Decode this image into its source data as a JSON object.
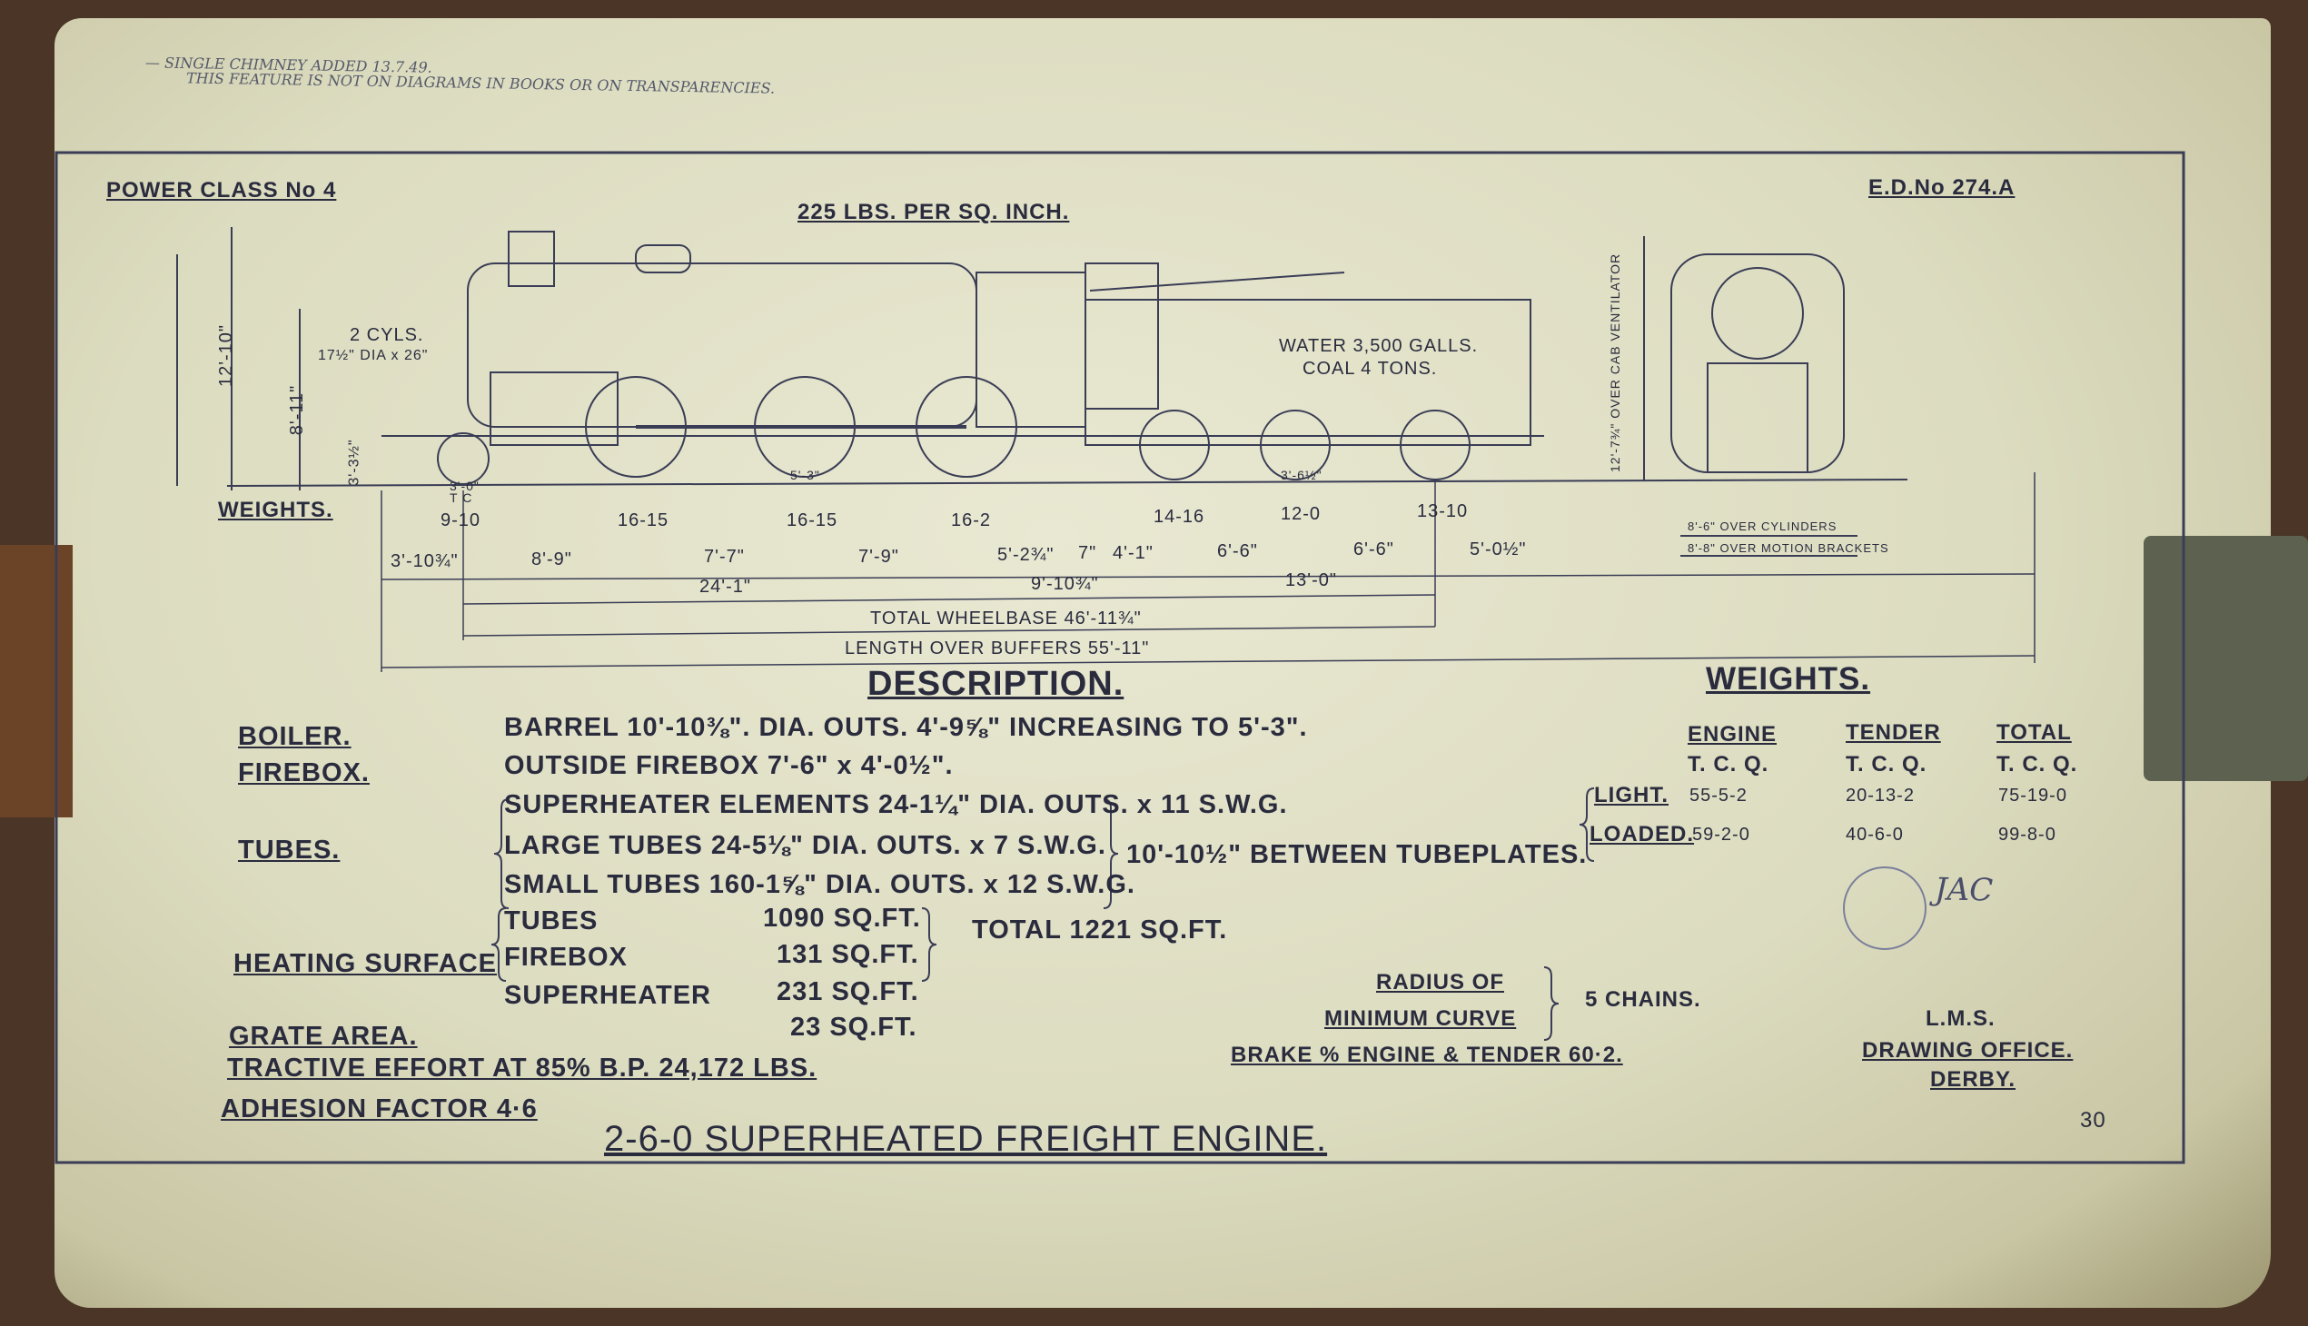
{
  "note": {
    "line1": "— SINGLE CHIMNEY ADDED 13.7.49.",
    "line2": "THIS FEATURE IS NOT ON DIAGRAMS IN BOOKS OR ON TRANSPARENCIES."
  },
  "header": {
    "power_class": "POWER CLASS No 4",
    "pressure": "225 LBS. PER SQ. INCH.",
    "edn": "E.D.No 274.A"
  },
  "side_labels": {
    "height": "12'-10\"",
    "cyls": "2 CYLS.",
    "cyl_dims": "17½\" DIA x 26\"",
    "boiler_h": "8'-11\"",
    "axle_h": "3'-3½\"",
    "water": "WATER 3,500 GALLS.",
    "coal": "COAL 4 TONS."
  },
  "wheel_labels": [
    "3'-0\"",
    "5'-3\"",
    "3'-6½\""
  ],
  "axle_weights": {
    "label": "WEIGHTS.",
    "unit": "T C",
    "values": [
      "9-10",
      "16-15",
      "16-15",
      "16-2",
      "14-16",
      "12-0",
      "13-10"
    ]
  },
  "dimensions": {
    "row1": [
      "3'-10¾\"",
      "8'-9\"",
      "7'-7\"",
      "7'-9\"",
      "5'-2¾\"",
      "7\"",
      "4'-1\"",
      "6'-6\"",
      "6'-6\"",
      "5'-0½\""
    ],
    "row2": [
      "24'-1\"",
      "9'-10¾\"",
      "13'-0\""
    ],
    "wheelbase": "TOTAL WHEELBASE 46'-11¾\"",
    "length": "LENGTH OVER BUFFERS 55'-11\""
  },
  "front_view": {
    "height": "12'-7¾\" OVER CAB VENTILATOR",
    "cylinders": "8'-6\" OVER CYLINDERS",
    "motion": "8'-8\" OVER MOTION BRACKETS"
  },
  "description": {
    "title": "DESCRIPTION.",
    "boiler": {
      "label": "BOILER.",
      "text": "BARREL 10'-10⅜\".  DIA. OUTS. 4'-9⅝\" INCREASING TO 5'-3\"."
    },
    "firebox": {
      "label": "FIREBOX.",
      "text": "OUTSIDE FIREBOX  7'-6\" x 4'-0½\"."
    },
    "tubes": {
      "label": "TUBES.",
      "rows": [
        "SUPERHEATER ELEMENTS 24-1¼\" DIA. OUTS. x 11 S.W.G.",
        "LARGE TUBES  24-5⅛\" DIA. OUTS. x 7 S.W.G.",
        "SMALL TUBES  160-1⅝\" DIA. OUTS. x 12 S.W.G."
      ],
      "between": "10'-10½\" BETWEEN TUBEPLATES."
    },
    "heating": {
      "label": "HEATING SURFACE",
      "rows": [
        {
          "name": "TUBES",
          "value": "1090 SQ.FT."
        },
        {
          "name": "FIREBOX",
          "value": "131 SQ.FT."
        },
        {
          "name": "SUPERHEATER",
          "value": "231 SQ.FT."
        }
      ],
      "total": "TOTAL 1221 SQ.FT."
    },
    "grate": {
      "label": "GRATE AREA.",
      "value": "23 SQ.FT."
    },
    "tractive": "TRACTIVE EFFORT AT 85% B.P.  24,172 LBS.",
    "adhesion": "ADHESION FACTOR  4·6"
  },
  "weights": {
    "title": "WEIGHTS.",
    "columns": [
      "ENGINE",
      "TENDER",
      "TOTAL"
    ],
    "units": "T. C. Q.",
    "rows": [
      {
        "label": "LIGHT.",
        "values": [
          "55-5-2",
          "20-13-2",
          "75-19-0"
        ]
      },
      {
        "label": "LOADED.",
        "values": [
          "59-2-0",
          "40-6-0",
          "99-8-0"
        ]
      }
    ]
  },
  "curve": {
    "l1": "RADIUS OF",
    "l2": "MINIMUM CURVE",
    "value": "5 CHAINS."
  },
  "brake": "BRAKE % ENGINE & TENDER  60·2.",
  "office": {
    "l1": "L.M.S.",
    "l2": "DRAWING OFFICE.",
    "l3": "DERBY."
  },
  "initials": "JAC",
  "sheet": "30",
  "title": "2-6-0  SUPERHEATED FREIGHT ENGINE."
}
